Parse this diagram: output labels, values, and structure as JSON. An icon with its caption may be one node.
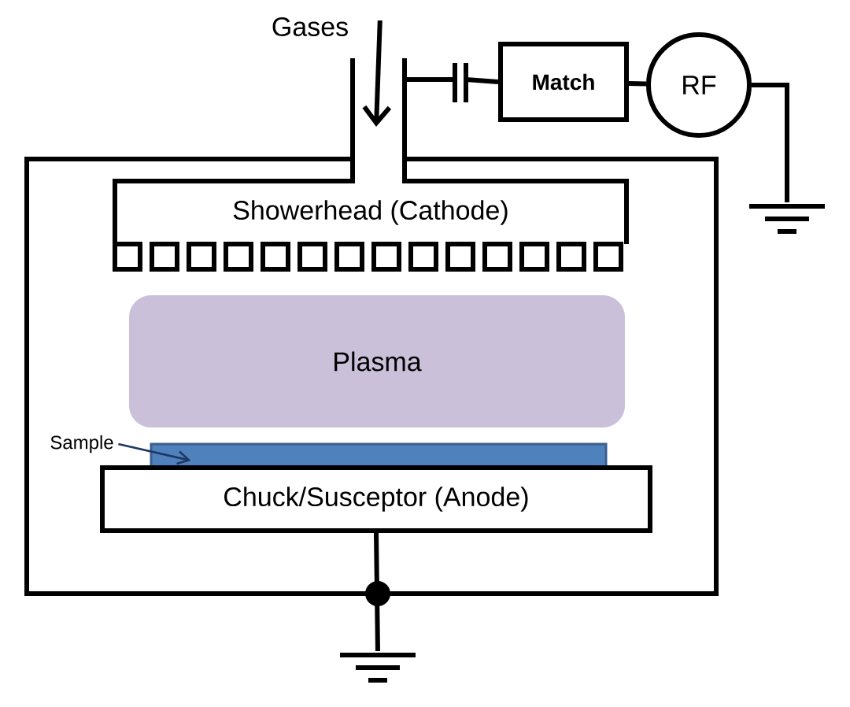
{
  "diagram": {
    "nodes": [
      {
        "text": [
          "Gases"
        ]
      },
      {
        "text": [
          "Showerhead (Cathode)"
        ]
      },
      {
        "text": [
          "Match"
        ]
      },
      {
        "text": [
          "RF"
        ]
      },
      {
        "text": [
          "Plasma"
        ]
      },
      {
        "text": [
          "Sample"
        ]
      },
      {
        "text": [],
        "shape": "bar"
      },
      {
        "text": [
          "Chuck/Susceptor (Anode)"
        ]
      },
      {
        "text": [],
        "shape": "ground"
      },
      {
        "text": [],
        "shape": "ground"
      }
    ],
    "edges": [
      {
        "from": 0,
        "to": 1,
        "arrow": "to"
      },
      {
        "from": 1,
        "to": 2,
        "arrow": "none"
      },
      {
        "from": 2,
        "to": 3,
        "arrow": "none"
      },
      {
        "from": 5,
        "to": 6,
        "arrow": "to",
        "color": "#1f3864"
      },
      {
        "from": 3,
        "to": 8,
        "arrow": "none"
      },
      {
        "from": 7,
        "to": 9,
        "arrow": "none"
      }
    ]
  }
}
